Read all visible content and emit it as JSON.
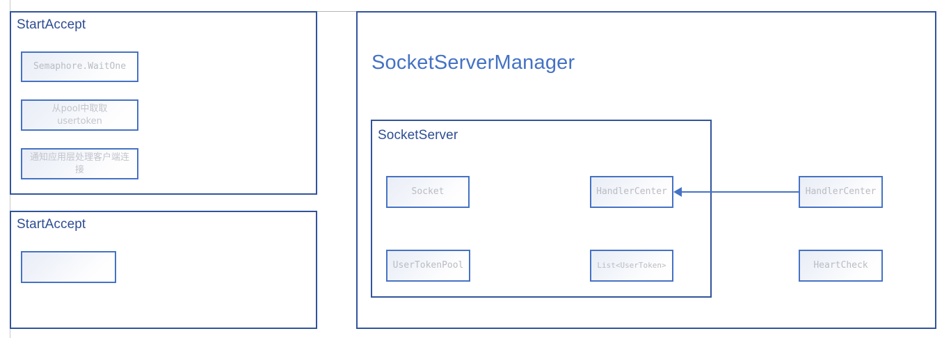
{
  "page": {
    "background_color": "#ffffff",
    "accent_color": "#4472c4",
    "title_color": "#2d4d92",
    "node_text_color": "#b9bcc2",
    "border_color": "#31539b"
  },
  "left_column": {
    "panels": [
      {
        "title": "StartAccept",
        "nodes": [
          {
            "label": "Semaphore.WaitOne",
            "kind": "mono"
          },
          {
            "label": "从pool中取取\nusertoken",
            "kind": "cjk"
          },
          {
            "label": "通知应用层处理客户端连\n接",
            "kind": "cjk"
          }
        ]
      },
      {
        "title": "StartAccept",
        "nodes": [
          {
            "label": "",
            "kind": "empty"
          }
        ]
      }
    ]
  },
  "right_panel": {
    "title": "SocketServerManager",
    "subpanel": {
      "title": "SocketServer",
      "nodes": [
        {
          "label": "Socket",
          "kind": "mono"
        },
        {
          "label": "HandlerCenter",
          "kind": "mono"
        },
        {
          "label": "UserTokenPool",
          "kind": "mono"
        },
        {
          "label": "List<UserToken>",
          "kind": "mono-small"
        }
      ]
    },
    "outside_nodes": [
      {
        "label": "HandlerCenter",
        "kind": "mono"
      },
      {
        "label": "HeartCheck",
        "kind": "mono"
      }
    ],
    "connector": {
      "from": "HandlerCenter (outside)",
      "to": "HandlerCenter (inside SocketServer)",
      "direction": "left",
      "color": "#4472c4"
    }
  }
}
